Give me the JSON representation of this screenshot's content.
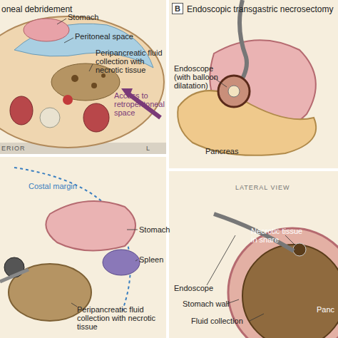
{
  "diagram": {
    "nodes": [
      {
        "text": [
          "B"
        ]
      }
    ],
    "labels": [
      "oneal debridement",
      "Stomach",
      "Peritoneal space",
      "Peripancreatic fluid collection with necrotic tissue",
      "Access to retroperitoneal space",
      "ERIOR",
      "L",
      "Endoscopic transgastric necrosectomy",
      "Endoscope (with balloon dilatation)",
      "Pancreas",
      "Costal margin",
      "Stomach",
      "Spleen",
      "Peripancreatic fluid collection with necrotic tissue",
      "LATERAL VIEW",
      "Necrotic tissue in snare",
      "Endoscope",
      "Stomach wall",
      "Fluid collection",
      "Panc"
    ]
  }
}
